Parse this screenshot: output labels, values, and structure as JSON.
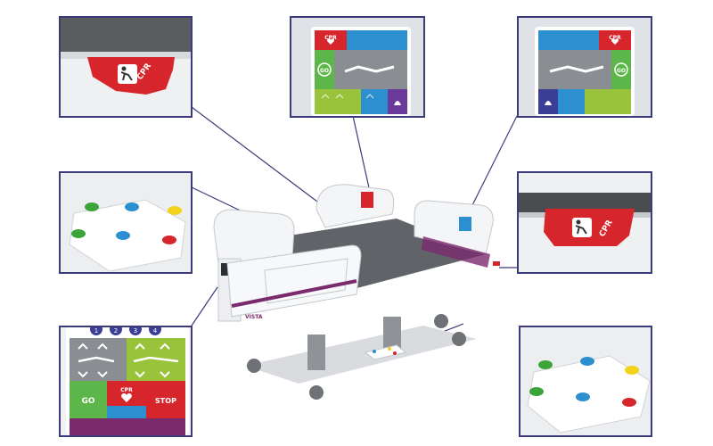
{
  "labels": {
    "cpr": "CPR",
    "go": "GO",
    "stop": "STOP",
    "brand": "VISTA",
    "pad_numbers": [
      "1",
      "2",
      "3",
      "4"
    ]
  },
  "colors": {
    "frame": "#3d3a7a",
    "red": "#d7262b",
    "blue": "#2b8fd0",
    "green": "#5db64a",
    "lime": "#9ac33c",
    "purple": "#6b3a9a",
    "navy": "#3a3f95",
    "yellow": "#f2d21b",
    "bed_purple": "#7b2a6e"
  },
  "icons": [
    "cpr-person-icon",
    "heart-icon",
    "go-icon",
    "bell-icon",
    "bed-position-icon",
    "arrow-chevron-icon"
  ]
}
